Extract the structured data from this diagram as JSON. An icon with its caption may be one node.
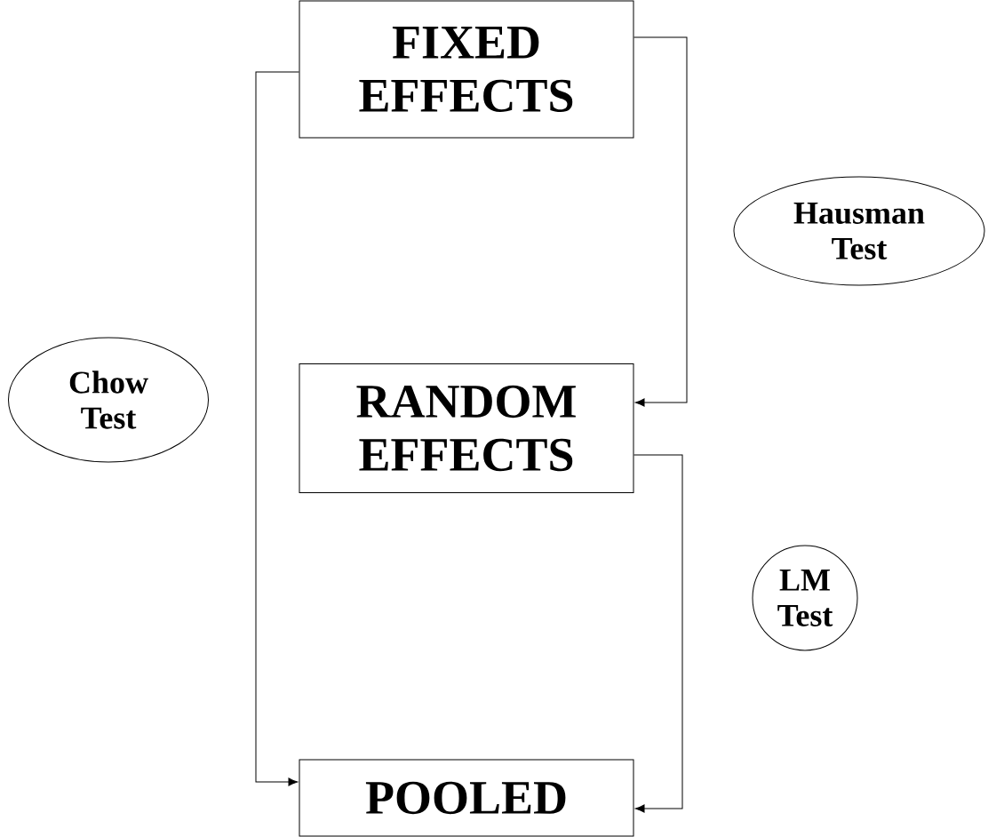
{
  "diagram": {
    "nodes": [
      {
        "text": [
          "FIXED EFFECTS"
        ]
      },
      {
        "text": [
          "RANDOM EFFECTS"
        ]
      },
      {
        "text": [
          "POOLED"
        ]
      },
      {
        "text": [
          "Hausman Test"
        ]
      },
      {
        "text": [
          "Chow Test"
        ]
      },
      {
        "text": [
          "LM Test"
        ]
      }
    ],
    "edges": [
      {
        "from": 0,
        "to": 1,
        "arrow": "to"
      },
      {
        "from": 0,
        "to": 2,
        "arrow": "to"
      },
      {
        "from": 1,
        "to": 2,
        "arrow": "to"
      }
    ]
  }
}
